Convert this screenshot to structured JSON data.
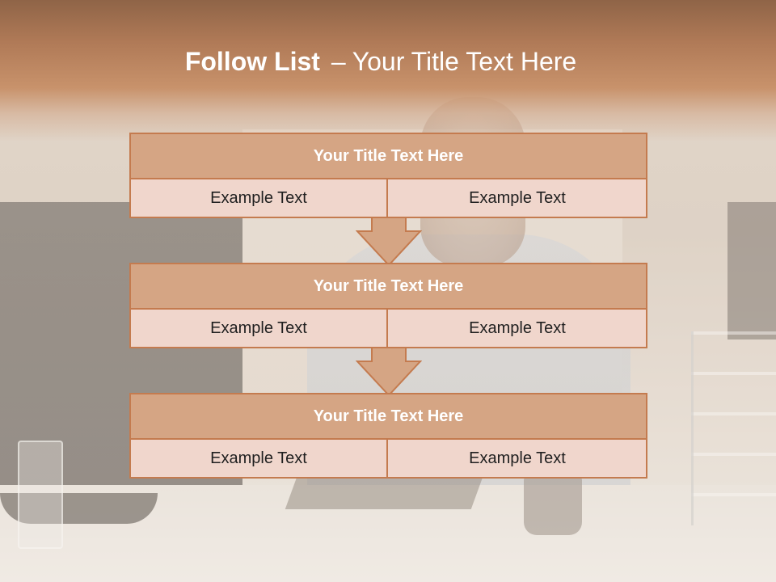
{
  "slide": {
    "title_main": "Follow List",
    "title_separator": "–",
    "title_sub": "Your Title Text Here"
  },
  "blocks": [
    {
      "title": "Your Title Text Here",
      "left": "Example Text",
      "right": "Example Text"
    },
    {
      "title": "Your Title Text Here",
      "left": "Example Text",
      "right": "Example Text"
    },
    {
      "title": "Your Title Text Here",
      "left": "Example Text",
      "right": "Example Text"
    }
  ],
  "colors": {
    "header_brown": "#b07a57",
    "block_border": "#c47b4f",
    "block_header": "#d5a584",
    "block_body": "#f0d6cc"
  },
  "icons": [
    "down-arrow-icon"
  ]
}
